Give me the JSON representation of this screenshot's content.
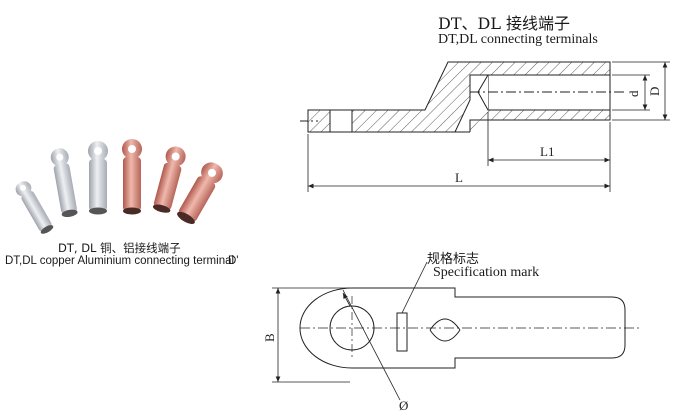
{
  "caption": {
    "chinese": "DT, DL 铜、铝接线端子",
    "english": "DT,DL copper Aluminium connecting terminal",
    "cut_off": "D'"
  },
  "heading": {
    "chinese": "DT、DL 接线端子",
    "english": "DT,DL connecting terminals"
  },
  "side_view": {
    "dimensions": {
      "d": "d",
      "D": "D",
      "L1": "L1",
      "L": "L"
    }
  },
  "top_view": {
    "spec_label_chinese": "规格标志",
    "spec_label_english": "Specification mark",
    "dimensions": {
      "B": "B",
      "phi": "Ø"
    }
  },
  "products": [
    {
      "material": "aluminium",
      "color": "#c9ccd2"
    },
    {
      "material": "aluminium",
      "color": "#d0d3d8"
    },
    {
      "material": "aluminium",
      "color": "#c4c8cf"
    },
    {
      "material": "copper",
      "color": "#c97a6e"
    },
    {
      "material": "copper",
      "color": "#d08a7c"
    },
    {
      "material": "copper",
      "color": "#d69a8c"
    }
  ]
}
